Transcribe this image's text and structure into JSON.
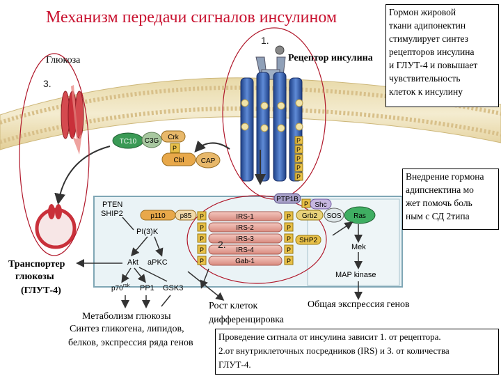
{
  "title": "Механизм передачи сигналов инсулином",
  "labels": {
    "glucose": "Глюкоза",
    "receptor": "Рецептор инсулина",
    "transporter_l1": "Транспортер",
    "transporter_l2": "глюкозы",
    "transporter_l3": "(ГЛУТ-4)",
    "metabolism_l1": "Метаболизм глюкозы",
    "metabolism_l2": "Синтез гликогена, липидов,",
    "metabolism_l3": "белков, экспрессия ряда генов",
    "growth_l1": "Рост клеток",
    "growth_l2": "дифференцировка",
    "gene_expression": "Общая экспрессия генов"
  },
  "numbers": {
    "n1": "1.",
    "n2": "2.",
    "n3": "3."
  },
  "boxes": {
    "top_right": [
      "Гормон жировой",
      "ткани адипонектин",
      "стимулирует синтез",
      "рецепторов инсулина",
      "и ГЛУТ-4 и повышает",
      "чувствительность",
      "клеток к инсулину"
    ],
    "mid_right": [
      "Внедрение гормона",
      "адипснектина мо",
      "жет помочь боль",
      "ным с СД 2типа"
    ],
    "bottom": [
      "Проведение ситнала от инсулина зависит 1. от рецептора.",
      "2.от внутриклеточных посредников (IRS) и 3. от количества",
      "ГЛУТ-4."
    ]
  },
  "molecules": {
    "tc10": "TC10",
    "c3g": "C3G",
    "crk": "Crk",
    "cbl": "Cbl",
    "cap": "CAP",
    "pten": "PTEN",
    "ship2": "SHIP2",
    "p110": "p110",
    "p85": "p85",
    "pi3k": "PI(3)K",
    "akt": "Akt",
    "apkc": "aPKC",
    "p70": "p70",
    "p70sup": "rsk",
    "pp1": "PP1",
    "gsk3": "GSK3",
    "irs1": "IRS-1",
    "irs2": "IRS-2",
    "irs3": "IRS-3",
    "irs4": "IRS-4",
    "gab1": "Gab-1",
    "ptp": "PTP1B",
    "shc": "Shc",
    "grb2": "Grb2",
    "sos": "SOS",
    "ras": "Ras",
    "ship2b": "SHP2",
    "mek": "Mek",
    "mapk": "MAP kinase",
    "p": "P"
  },
  "colors": {
    "title": "#c8102e",
    "oval": "#b0172a",
    "receptor": "#2e5ca8",
    "glut": "#c9303a",
    "irs": "#e8a39a",
    "p_chip": "#e8c048",
    "tc10": "#3a9a55"
  }
}
